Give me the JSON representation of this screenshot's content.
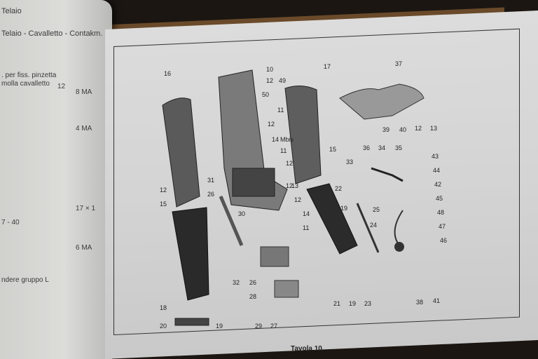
{
  "left_page": {
    "lines": [
      "Telaio",
      "Telaio - Cavalletto - Contakm. - Av",
      ". per fiss. pinzetta",
      "molla cavalletto",
      "12",
      "8 MA",
      "4 MA",
      "17 × 1",
      "6 MA",
      "ndere gruppo L",
      "7 - 40"
    ]
  },
  "plate": {
    "caption": "Tavola 10",
    "part_numbers": [
      "16",
      "10",
      "12",
      "49",
      "17",
      "37",
      "50",
      "11",
      "12",
      "14",
      "Mbis",
      "39",
      "40",
      "12",
      "13",
      "11",
      "12",
      "15",
      "33",
      "36",
      "34",
      "35",
      "43",
      "12",
      "13",
      "44",
      "42",
      "22",
      "31",
      "26",
      "30",
      "19",
      "25",
      "45",
      "12",
      "48",
      "12",
      "14",
      "11",
      "24",
      "47",
      "15",
      "46",
      "32",
      "26",
      "18",
      "28",
      "21",
      "19",
      "23",
      "38",
      "41",
      "20",
      "19",
      "29",
      "27"
    ]
  }
}
